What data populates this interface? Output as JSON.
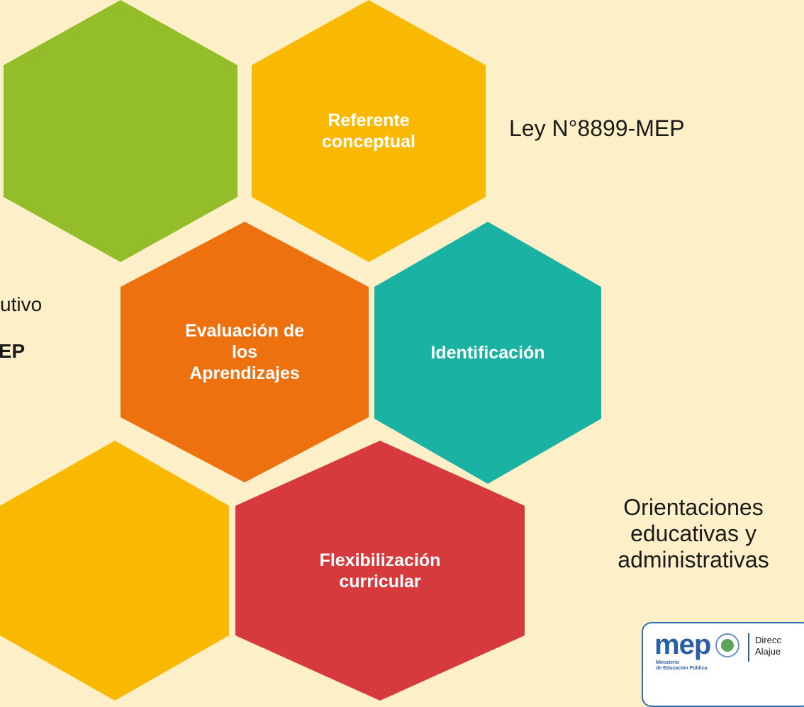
{
  "background_color": "#fdefc7",
  "hexagons": [
    {
      "id": "green",
      "color": "#94bd2a",
      "label": ""
    },
    {
      "id": "referente",
      "color": "#f9b903",
      "label": "Referente conceptual"
    },
    {
      "id": "evaluacion",
      "color": "#ee7110",
      "label": "Evaluación de los Aprendizajes"
    },
    {
      "id": "identificacion",
      "color": "#1ab2a2",
      "label": "Identificación"
    },
    {
      "id": "yellow-bottom",
      "color": "#f9b903",
      "label": ""
    },
    {
      "id": "flexibilizacion",
      "color": "#d63a3c",
      "label": "Flexibilización curricular"
    }
  ],
  "side_texts": {
    "ley": "Ley N°8899-MEP",
    "utivo": "utivo",
    "iep": "IEP",
    "orientaciones": "Orientaciones educativas y administrativas"
  },
  "logo": {
    "brand": "mep",
    "subtitle_line1": "Ministerio",
    "subtitle_line2": "de Educación Pública",
    "dir_line1": "Direcc",
    "dir_line2": "Alajue"
  }
}
